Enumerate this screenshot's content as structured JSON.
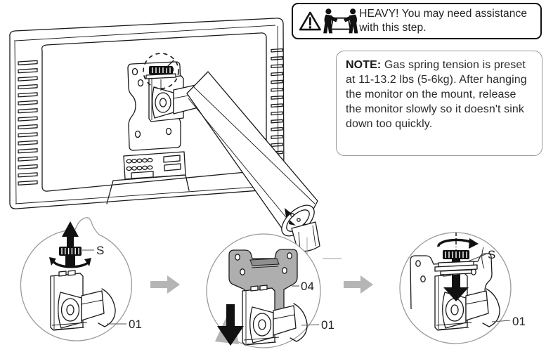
{
  "warning_box": {
    "emphasis": "HEAVY!",
    "text": "You may need assistance with this step.",
    "icons": {
      "triangle": "warning-triangle-icon",
      "lift": "two-person-lift-icon"
    }
  },
  "note_box": {
    "heading": "NOTE:",
    "body": "Gas spring tension is preset at 11-13.2 lbs (5-6kg). After hanging the monitor on the mount, release the monitor slowly so it doesn't sink down too quickly."
  },
  "callouts": {
    "step1": {
      "screw": "S",
      "bracket": "01"
    },
    "step2": {
      "plate": "04",
      "bracket": "01"
    },
    "step3": {
      "screw": "S",
      "bracket": "01"
    }
  },
  "colors": {
    "line": "#1a1a1a",
    "arrow_gray": "#b5b5b5",
    "plate_gray": "#aeaeae",
    "callout_stroke": "#9a9a9a"
  }
}
